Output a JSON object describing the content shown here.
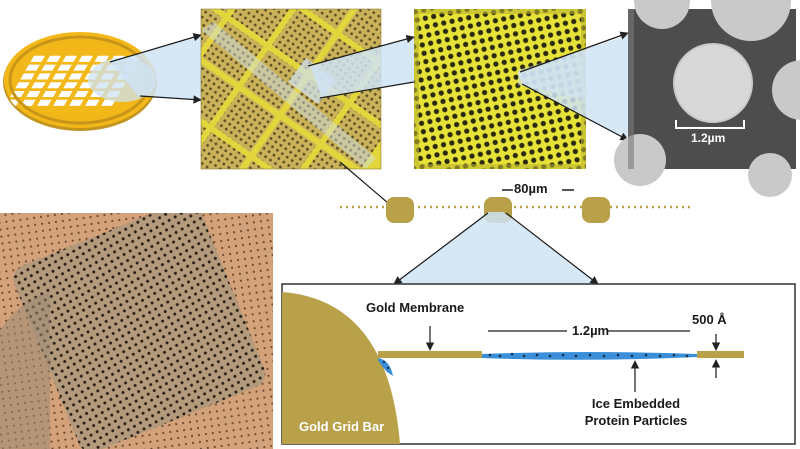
{
  "figure": {
    "spacing_label": "80µm",
    "sem_scale_label": "1.2µm",
    "cross_section": {
      "membrane_label": "Gold Membrane",
      "hole_width_label": "1.2µm",
      "thickness_label": "500 Å",
      "ice_label_line1": "Ice Embedded",
      "ice_label_line2": "Protein Particles",
      "grid_bar_label": "Gold Grid Bar"
    }
  },
  "colors": {
    "gold": "#b9a14a",
    "gold_bright": "#f0c020",
    "highlight_blue": "#cfe3f4",
    "ice_blue": "#3a8fd8",
    "sem_gray": "#4a4a4a"
  }
}
